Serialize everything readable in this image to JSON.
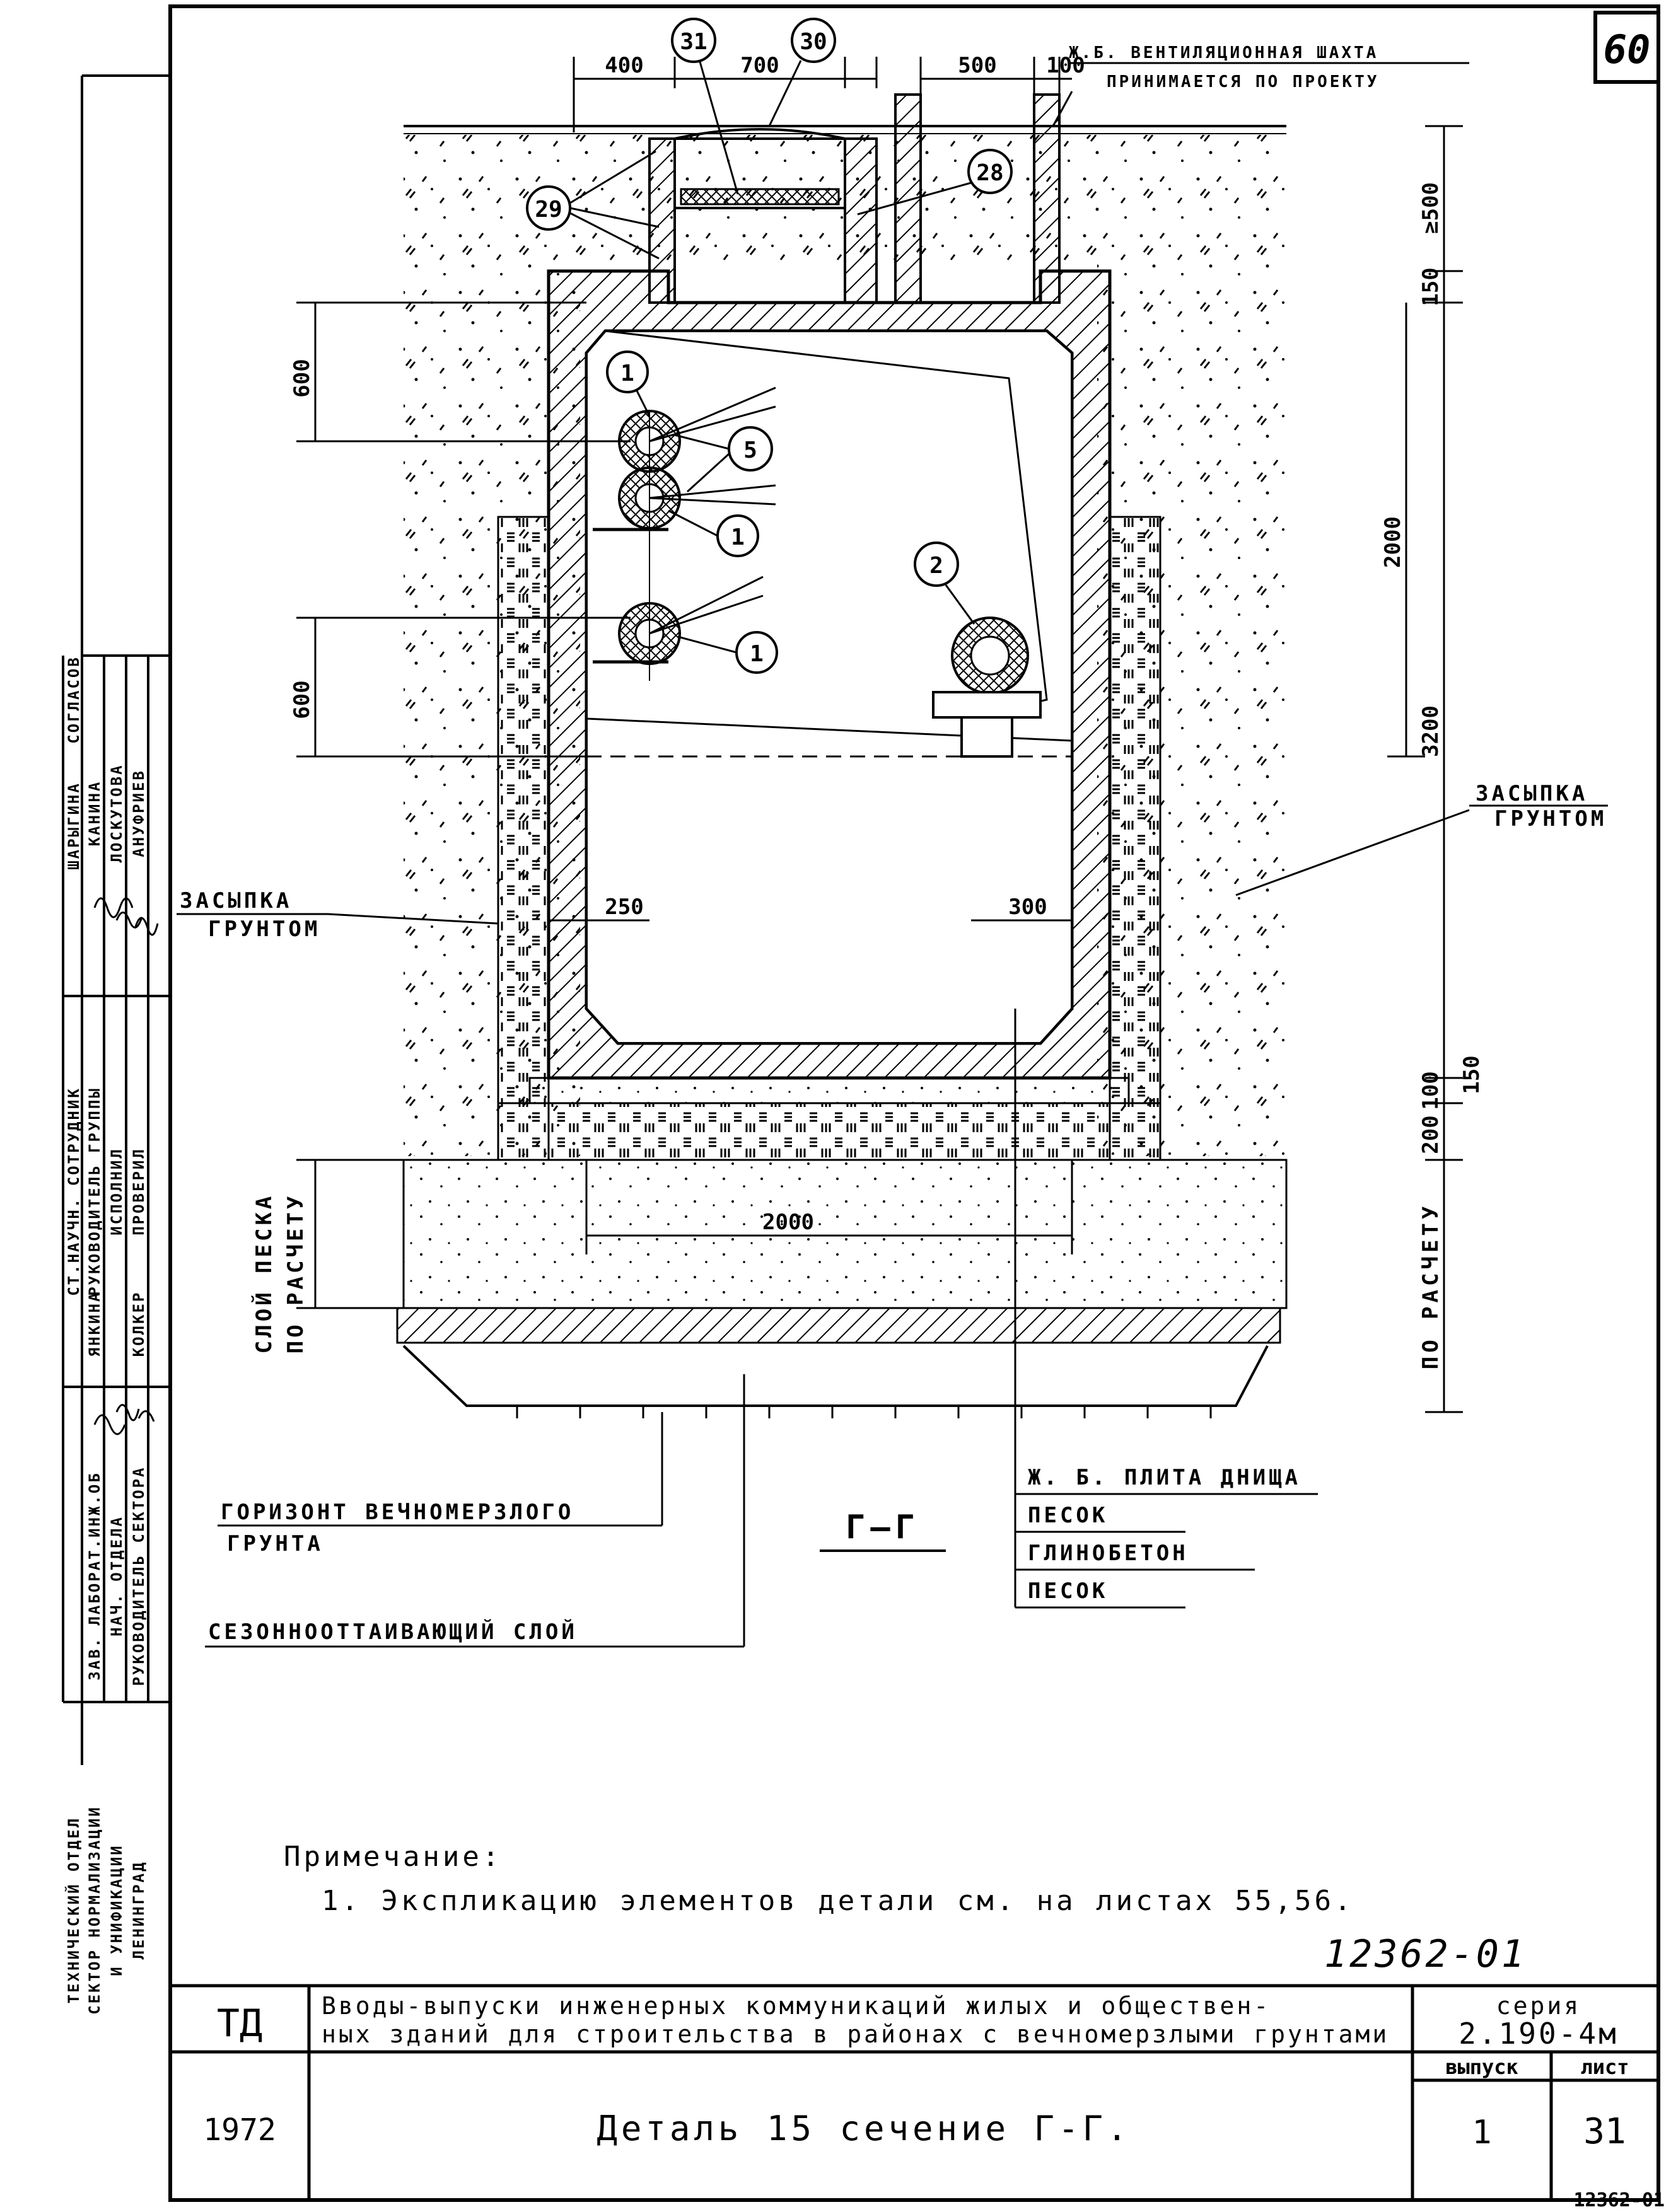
{
  "sheet_number": "60",
  "section_title": "Г—Г",
  "callouts": {
    "c31": "31",
    "c30": "30",
    "c29": "29",
    "c28": "28",
    "c1": "1",
    "c5": "5",
    "c2": "2"
  },
  "dimensions": {
    "d400": "400",
    "d700": "700",
    "d500_top": "500",
    "d100": "100",
    "d_ge500": "≥500",
    "d150_top": "150",
    "d600_a": "600",
    "d600_b": "600",
    "d2000_v": "2000",
    "d3200": "3200",
    "d250": "250",
    "d300": "300",
    "d150_bot": "150",
    "d100_bot": "100",
    "d200": "200",
    "d2000_h": "2000",
    "d_po_raschetu": "ПО РАСЧЕТУ"
  },
  "labels": {
    "vent_shaft_1": "Ж.Б. ВЕНТИЛЯЦИОННАЯ ШАХТА",
    "vent_shaft_2": "ПРИНИМАЕТСЯ ПО ПРОЕКТУ",
    "backfill_right_1": "ЗАСЫПКА",
    "backfill_right_2": "ГРУНТОМ",
    "backfill_left_1": "ЗАСЫПКА",
    "backfill_left_2": "ГРУНТОМ",
    "sand_layer_1": "СЛОЙ ПЕСКА",
    "sand_layer_2": "ПО РАСЧЕТУ",
    "permafrost_1": "ГОРИЗОНТ ВЕЧНОМЕРЗЛОГО",
    "permafrost_2": "ГРУНТА",
    "seasonal_layer": "СЕЗОННООТТАИВАЮЩИЙ СЛОЙ",
    "layer_slab": "Ж. Б. ПЛИТА ДНИЩА",
    "layer_sand1": "ПЕСОК",
    "layer_clay": "ГЛИНОБЕТОН",
    "layer_sand2": "ПЕСОК"
  },
  "note": {
    "title": "Примечание:",
    "item1": "1. Экспликацию элементов детали см. на листах 55,56."
  },
  "doc_number": "12362-01",
  "doc_number_corner": "12362-01",
  "title_block": {
    "org": "ТД",
    "year": "1972",
    "title_line1": "Вводы-выпуски инженерных коммуникаций жилых и обществен-",
    "title_line2": "ных зданий для строительства в районах с вечномерзлыми грунтами",
    "series_label": "серия",
    "series_value": "2.190-4м",
    "detail": "Деталь 15   сечение Г-Г.",
    "issue_label": "выпуск",
    "issue_value": "1",
    "sheet_label": "лист",
    "sheet_value": "31"
  },
  "side_stamp": {
    "approval": "СОГЛАСОВ",
    "names": [
      "ШАРЫГИНА",
      "КАНИНА",
      "ЛОСКУТОВА",
      "АНУФРИЕВ"
    ],
    "roles": [
      "СТ.НАУЧН. СОТРУДНИК",
      "РУКОВОДИТЕЛЬ ГРУППЫ",
      "ИСПОЛНИЛ",
      "ПРОВЕРИЛ"
    ],
    "heads": [
      "ЯНКИНА",
      "КОЛКЕР"
    ],
    "head_roles": [
      "ЗАВ. ЛАБОРАТ.ИНЖ.ОБ",
      "НАЧ. ОТДЕЛА",
      "РУКОВОДИТЕЛЬ СЕКТОРА"
    ],
    "org_1": "ТЕХНИЧЕСКИЙ ОТДЕЛ",
    "org_2": "СЕКТОР НОРМАЛИЗАЦИИ",
    "org_3": "И УНИФИКАЦИИ",
    "org_4": "ЛЕНИНГРАД"
  }
}
